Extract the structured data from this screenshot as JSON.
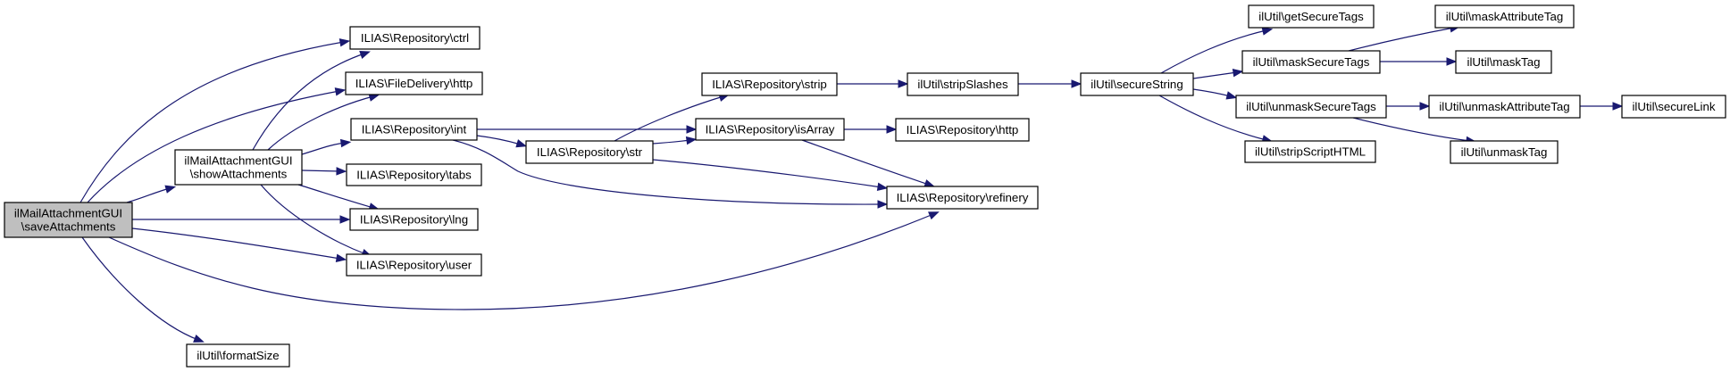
{
  "title": "Call graph of ilMailAttachmentGUI\\saveAttachments",
  "colors": {
    "edge": "#191970",
    "root_fill": "#bfbfbf",
    "node_fill": "#ffffff",
    "border": "#000000"
  },
  "nodes": [
    {
      "id": "root",
      "lines": [
        "ilMailAttachmentGUI",
        "\\saveAttachments"
      ],
      "root": true
    },
    {
      "id": "showAtt",
      "lines": [
        "ilMailAttachmentGUI",
        "\\showAttachments"
      ]
    },
    {
      "id": "ctrl",
      "lines": [
        "ILIAS\\Repository\\ctrl"
      ]
    },
    {
      "id": "fdhttp",
      "lines": [
        "ILIAS\\FileDelivery\\http"
      ]
    },
    {
      "id": "int",
      "lines": [
        "ILIAS\\Repository\\int"
      ]
    },
    {
      "id": "tabs",
      "lines": [
        "ILIAS\\Repository\\tabs"
      ]
    },
    {
      "id": "lng",
      "lines": [
        "ILIAS\\Repository\\lng"
      ]
    },
    {
      "id": "user",
      "lines": [
        "ILIAS\\Repository\\user"
      ]
    },
    {
      "id": "formatSize",
      "lines": [
        "ilUtil\\formatSize"
      ]
    },
    {
      "id": "str",
      "lines": [
        "ILIAS\\Repository\\str"
      ]
    },
    {
      "id": "strip",
      "lines": [
        "ILIAS\\Repository\\strip"
      ]
    },
    {
      "id": "isArray",
      "lines": [
        "ILIAS\\Repository\\isArray"
      ]
    },
    {
      "id": "refinery",
      "lines": [
        "ILIAS\\Repository\\refinery"
      ]
    },
    {
      "id": "rhttp",
      "lines": [
        "ILIAS\\Repository\\http"
      ]
    },
    {
      "id": "stripSlashes",
      "lines": [
        "ilUtil\\stripSlashes"
      ]
    },
    {
      "id": "secureString",
      "lines": [
        "ilUtil\\secureString"
      ]
    },
    {
      "id": "getSecureTags",
      "lines": [
        "ilUtil\\getSecureTags"
      ]
    },
    {
      "id": "maskSecureTags",
      "lines": [
        "ilUtil\\maskSecureTags"
      ]
    },
    {
      "id": "unmaskSecureTags",
      "lines": [
        "ilUtil\\unmaskSecureTags"
      ]
    },
    {
      "id": "stripScriptHTML",
      "lines": [
        "ilUtil\\stripScriptHTML"
      ]
    },
    {
      "id": "maskAttributeTag",
      "lines": [
        "ilUtil\\maskAttributeTag"
      ]
    },
    {
      "id": "maskTag",
      "lines": [
        "ilUtil\\maskTag"
      ]
    },
    {
      "id": "unmaskAttributeTag",
      "lines": [
        "ilUtil\\unmaskAttributeTag"
      ]
    },
    {
      "id": "unmaskTag",
      "lines": [
        "ilUtil\\unmaskTag"
      ]
    },
    {
      "id": "secureLink",
      "lines": [
        "ilUtil\\secureLink"
      ]
    }
  ],
  "edges": [
    [
      "root",
      "showAtt"
    ],
    [
      "root",
      "ctrl"
    ],
    [
      "root",
      "fdhttp"
    ],
    [
      "root",
      "lng"
    ],
    [
      "root",
      "user"
    ],
    [
      "root",
      "refinery"
    ],
    [
      "root",
      "formatSize"
    ],
    [
      "showAtt",
      "ctrl"
    ],
    [
      "showAtt",
      "fdhttp"
    ],
    [
      "showAtt",
      "int"
    ],
    [
      "showAtt",
      "tabs"
    ],
    [
      "showAtt",
      "lng"
    ],
    [
      "showAtt",
      "user"
    ],
    [
      "int",
      "str"
    ],
    [
      "int",
      "isArray"
    ],
    [
      "int",
      "refinery"
    ],
    [
      "str",
      "strip"
    ],
    [
      "str",
      "isArray"
    ],
    [
      "str",
      "refinery"
    ],
    [
      "strip",
      "stripSlashes"
    ],
    [
      "isArray",
      "rhttp"
    ],
    [
      "isArray",
      "refinery"
    ],
    [
      "stripSlashes",
      "secureString"
    ],
    [
      "secureString",
      "getSecureTags"
    ],
    [
      "secureString",
      "maskSecureTags"
    ],
    [
      "secureString",
      "unmaskSecureTags"
    ],
    [
      "secureString",
      "stripScriptHTML"
    ],
    [
      "maskSecureTags",
      "maskAttributeTag"
    ],
    [
      "maskSecureTags",
      "maskTag"
    ],
    [
      "unmaskSecureTags",
      "unmaskAttributeTag"
    ],
    [
      "unmaskSecureTags",
      "unmaskTag"
    ],
    [
      "unmaskAttributeTag",
      "secureLink"
    ]
  ]
}
